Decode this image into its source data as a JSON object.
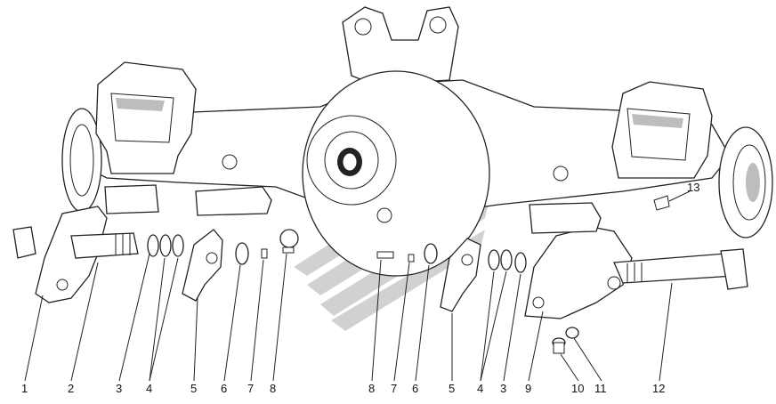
{
  "diagram": {
    "callouts": [
      "1",
      "2",
      "3",
      "4",
      "5",
      "6",
      "7",
      "8",
      "8",
      "7",
      "6",
      "5",
      "4",
      "3",
      "9",
      "10",
      "11",
      "12",
      "13"
    ]
  },
  "colors": {
    "ink": "#222222",
    "shade": "#bdbdbd",
    "watermark": "#c9c9c9",
    "background": "#ffffff"
  }
}
